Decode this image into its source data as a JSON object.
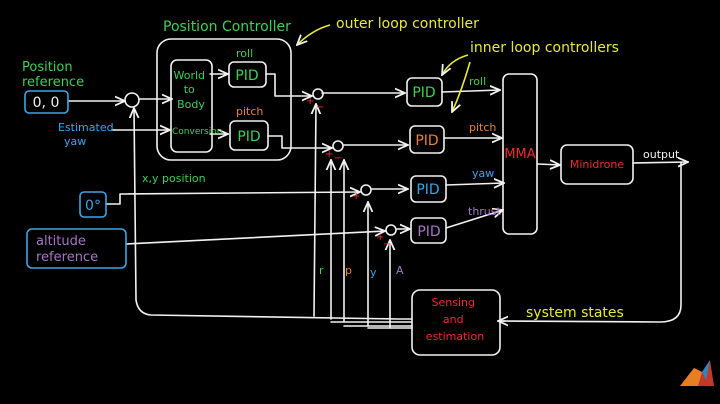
{
  "colors": {
    "wire": "#f2f2f2",
    "green": "#3ecf56",
    "blue": "#3aa6e6",
    "orange": "#ee7f2d",
    "purple": "#a874c6",
    "red": "#ee2a2a",
    "yellow": "#e7e93a"
  },
  "inputs": {
    "position_reference_label": "Position\nreference",
    "position_reference_value": "0, 0",
    "estimated_yaw_label": "Estimated\nyaw",
    "yaw_setpoint_value": "0°",
    "altitude_reference_value": "altitude\nreference",
    "xy_position_label": "x,y position"
  },
  "position_controller": {
    "title": "Position Controller",
    "conversion_label": "World\nto\nBody",
    "conversion_tag": "Conversion",
    "pid_roll": "PID",
    "pid_pitch": "PID",
    "roll_label": "roll",
    "pitch_label": "pitch"
  },
  "annotations": {
    "outer_loop": "outer loop controller",
    "inner_loops": "inner loop controllers",
    "system_states": "system states",
    "output": "output"
  },
  "inner_loop": {
    "pid_roll": "PID",
    "pid_pitch": "PID",
    "pid_yaw": "PID",
    "pid_thrust": "PID",
    "roll_label": "roll",
    "pitch_label": "pitch",
    "yaw_label": "yaw",
    "thrust_label": "thrust"
  },
  "blocks": {
    "mma": "MMA",
    "minidrone": "Minidrone",
    "sensing": "Sensing\nand\nestimation"
  },
  "feedback_labels": {
    "r": "r",
    "p": "p",
    "y": "y",
    "a": "A"
  },
  "signs": {
    "plus": "+",
    "minus": "−"
  }
}
